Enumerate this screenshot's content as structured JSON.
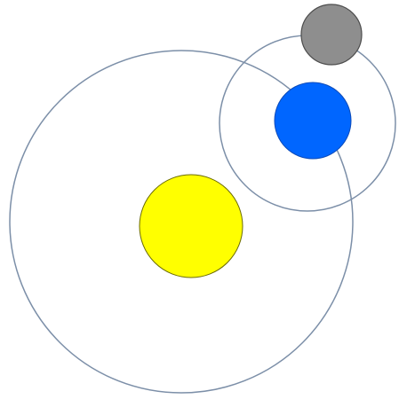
{
  "diagram": {
    "type": "orbital-system",
    "bodies": [
      {
        "name": "sun",
        "color": "#FFFF00",
        "outline": "#6B6B00"
      },
      {
        "name": "planet",
        "color": "#0066FF",
        "outline": "#0B4AB8"
      },
      {
        "name": "moon",
        "color": "#8E8E8E",
        "outline": "#4D4D4D"
      }
    ],
    "orbits": [
      {
        "name": "planet-orbit",
        "color": "#7C8FA8"
      },
      {
        "name": "moon-orbit",
        "color": "#7C8FA8"
      }
    ]
  }
}
